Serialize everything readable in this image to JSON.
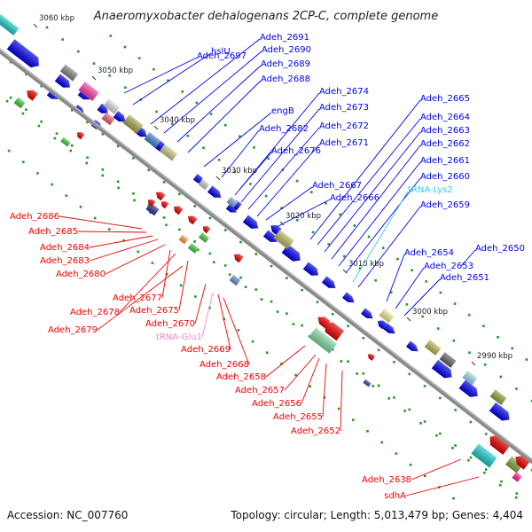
{
  "title": "Anaeromyxobacter dehalogenans 2CP-C, complete genome",
  "footer": {
    "accession": "Accession: NC_007760",
    "summary": "Topology: circular; Length: 5,013,479 bp; Genes: 4,404"
  },
  "colors": {
    "blue_genes": "#0000ee",
    "red_genes": "#ee0000",
    "backbone": "#808080",
    "trna_blue": "#33ccee",
    "trna_pink": "#ee88cc",
    "tick_dots": "#229922"
  },
  "scale_ticks": [
    "3060 kbp",
    "3050 kbp",
    "3040 kbp",
    "3030 kbp",
    "3020 kbp",
    "3010 kbp",
    "3000 kbp",
    "2990 kbp"
  ],
  "blue_labels": [
    "Adeh_2697",
    "hslU",
    "Adeh_2691",
    "Adeh_2690",
    "Adeh_2689",
    "Adeh_2688",
    "engB",
    "Adeh_2682",
    "Adeh_2676",
    "Adeh_2674",
    "Adeh_2673",
    "Adeh_2672",
    "Adeh_2671",
    "Adeh_2667",
    "Adeh_2666",
    "Adeh_2665",
    "Adeh_2664",
    "Adeh_2663",
    "Adeh_2662",
    "Adeh_2661",
    "Adeh_2660",
    "tRNA-Lys2",
    "Adeh_2659",
    "Adeh_2654",
    "Adeh_2653",
    "Adeh_2651",
    "Adeh_2650"
  ],
  "red_labels": [
    "Adeh_2686",
    "Adeh_2685",
    "Adeh_2684",
    "Adeh_2683",
    "Adeh_2680",
    "Adeh_2677",
    "Adeh_2678",
    "Adeh_2675",
    "Adeh_2679",
    "Adeh_2670",
    "tRNA-Glu1",
    "Adeh_2669",
    "Adeh_2668",
    "Adeh_2658",
    "Adeh_2657",
    "Adeh_2656",
    "Adeh_2655",
    "Adeh_2652",
    "Adeh_2638",
    "sdhA"
  ]
}
